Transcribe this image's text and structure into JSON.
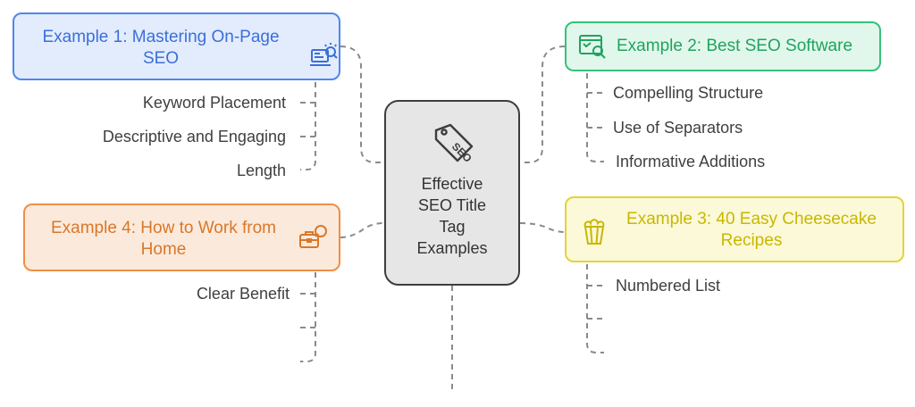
{
  "center": {
    "title_lines": [
      "Effective",
      "SEO Title",
      "Tag",
      "Examples"
    ],
    "icon": "seo-tag-icon"
  },
  "examples": [
    {
      "title_lines": [
        "Example 1: Mastering On-Page",
        "SEO"
      ],
      "icon": "seo-laptop-icon",
      "color": "#3a6fd8",
      "bg": "#e3ecfd",
      "border": "#4f86f0",
      "items": [
        "Keyword Placement",
        "Descriptive and Engaging",
        "Length"
      ]
    },
    {
      "title_lines": [
        "Example 2: Best SEO Software"
      ],
      "icon": "browser-search-icon",
      "color": "#20a35f",
      "bg": "#e2f7ec",
      "border": "#35c27a",
      "items": [
        "Compelling Structure",
        "Use of Separators",
        "Informative Additions"
      ]
    },
    {
      "title_lines": [
        "Example 3: 40 Easy Cheesecake",
        "Recipes"
      ],
      "icon": "popcorn-icon",
      "color": "#c9b700",
      "bg": "#fbf9d8",
      "border": "#e2d438",
      "items": [
        "Numbered List",
        "",
        ""
      ]
    },
    {
      "title_lines": [
        "Example 4: How to Work from",
        "Home"
      ],
      "icon": "toolbox-icon",
      "color": "#d9772a",
      "bg": "#fbeadb",
      "border": "#ee8f46",
      "items": [
        "Clear Benefit",
        "",
        ""
      ]
    }
  ]
}
